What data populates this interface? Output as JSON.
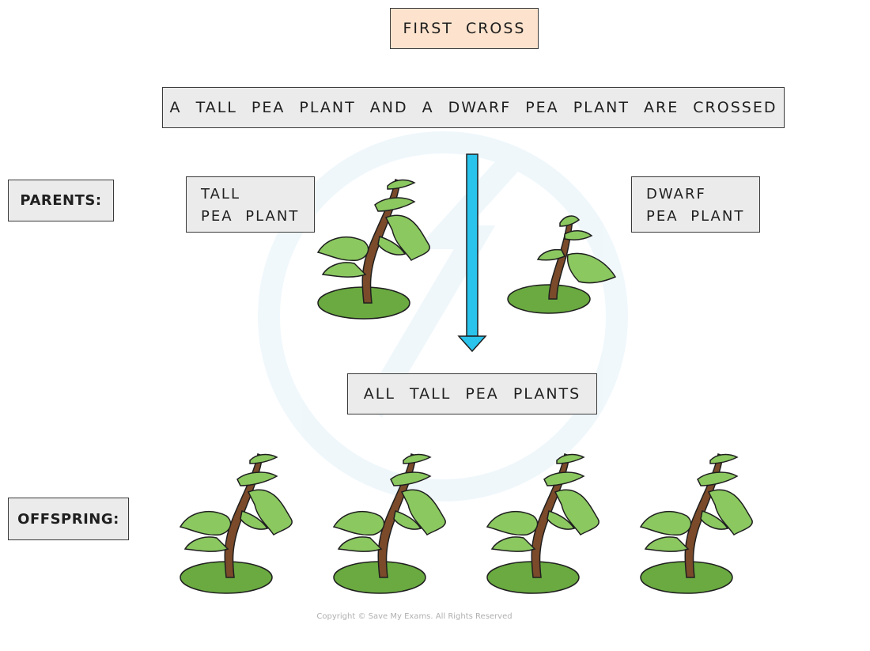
{
  "title": "FIRST CROSS",
  "statement": "A TALL PEA PLANT AND A DWARF PEA PLANT ARE CROSSED",
  "parents_label": "PARENTS:",
  "offspring_label": "OFFSPRING:",
  "tall_parent": {
    "line1": "TALL",
    "line2": "PEA PLANT"
  },
  "dwarf_parent": {
    "line1": "DWARF",
    "line2": "PEA PLANT"
  },
  "result": "ALL TALL PEA PLANTS",
  "copyright": "Copyright © Save My Exams. All Rights Reserved",
  "colors": {
    "title_fill": "#fde3cd",
    "box_fill": "#ebebeb",
    "arrow": "#29c3ec",
    "leaf": "#8bc860",
    "ground": "#6aaa40",
    "stem": "#7a4a2a"
  },
  "icons": [
    "tall-pea-plant-icon",
    "dwarf-pea-plant-icon",
    "down-arrow-icon"
  ]
}
